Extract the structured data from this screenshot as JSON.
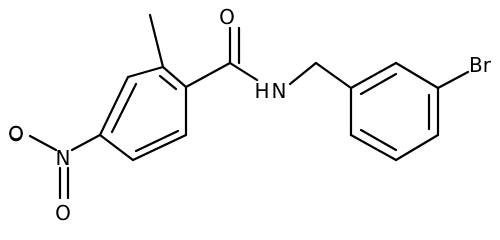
{
  "molecule": {
    "atoms": {
      "O_carbonyl": "O",
      "N_amide": "N",
      "H_amide": "H",
      "Br": "Br",
      "N_nitro": "N",
      "O_nitro_top": "O",
      "O_nitro_bottom": "O"
    },
    "line_color": "#000000",
    "background": "#ffffff"
  }
}
